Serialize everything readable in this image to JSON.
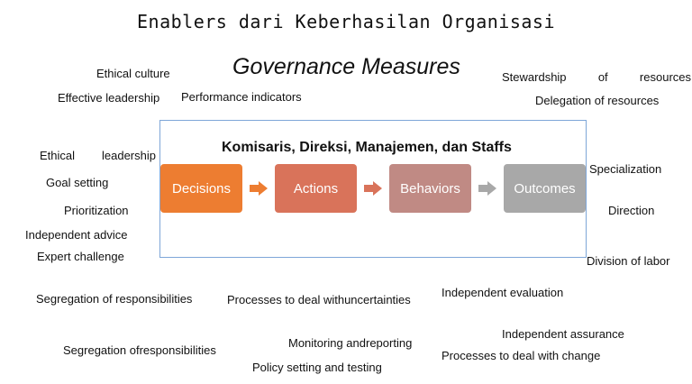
{
  "title": "Enablers dari Keberhasilan Organisasi",
  "subtitle": "Governance Measures",
  "box": {
    "title": "Komisaris, Direksi, Manajemen, dan Staffs",
    "stages": [
      {
        "label": "Decisions",
        "color": "#ed7d31"
      },
      {
        "label": "Actions",
        "color": "#d9735a"
      },
      {
        "label": "Behaviors",
        "color": "#c08a84"
      },
      {
        "label": "Outcomes",
        "color": "#a8a8a8"
      }
    ],
    "arrow_colors": [
      "#ed7d31",
      "#d9735a",
      "#a8a8a8"
    ]
  },
  "labels": {
    "ethical_culture": "Ethical culture",
    "effective_leadership": "Effective leadership",
    "performance_indicators": "Performance indicators",
    "stewardship": "Stewardship",
    "stewardship_of": "of",
    "stewardship_resources": "resources",
    "delegation_of_resources": "Delegation of resources",
    "ethical": "Ethical",
    "leadership": "leadership",
    "goal_setting": "Goal setting",
    "prioritization": "Prioritization",
    "independent_advice": "Independent advice",
    "expert_challenge": "Expert challenge",
    "specialization": "Specialization",
    "direction": "Direction",
    "division_of_labor": "Division of labor",
    "segregation_of_responsibilities_1": "Segregation of responsibilities",
    "processes_uncertainties": "Processes to deal withuncertainties",
    "independent_evaluation": "Independent evaluation",
    "independent_assurance": "Independent assurance",
    "segregation_of_responsibilities_2": "Segregation ofresponsibilities",
    "monitoring_reporting": "Monitoring andreporting",
    "processes_change": "Processes to deal with change",
    "policy_setting": "Policy setting and testing"
  }
}
